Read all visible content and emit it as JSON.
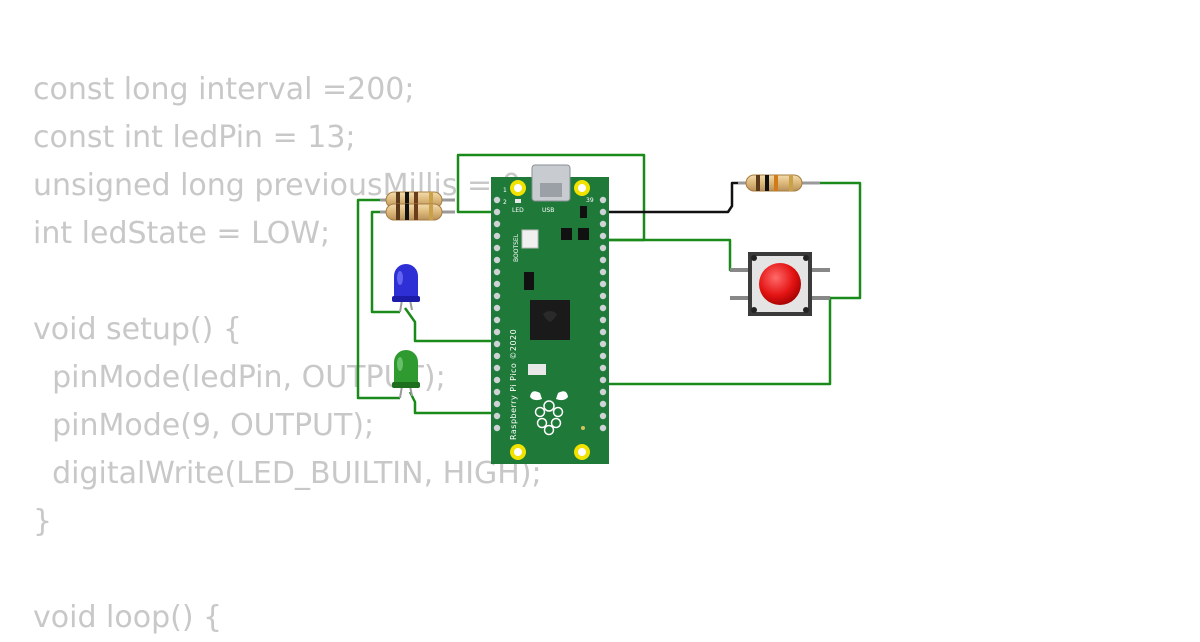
{
  "code": {
    "lines": [
      "const long interval =200;",
      "const int ledPin = 13;",
      "unsigned long previousMillis = 0;",
      "int ledState = LOW;",
      "",
      "void setup() {",
      "  pinMode(ledPin, OUTPUT);",
      "  pinMode(9, OUTPUT);",
      "  digitalWrite(LED_BUILTIN, HIGH);",
      "}",
      "",
      "void loop() {"
    ]
  },
  "board": {
    "pin_1_label": "1",
    "pin_2_label": "2",
    "pin_39_label": "39",
    "led_label": "LED",
    "usb_label": "USB",
    "bootsel_label": "BOOTSEL",
    "model_text": "Raspberry Pi Pico ©2020"
  },
  "colors": {
    "code_text": "#c8c8c8",
    "board_green": "#1f7a3a",
    "wire_green": "#1a8a1a",
    "wire_black": "#111111",
    "led_blue": "#2f2fd6",
    "led_green": "#2f9a2f",
    "button_red": "#e41414"
  }
}
